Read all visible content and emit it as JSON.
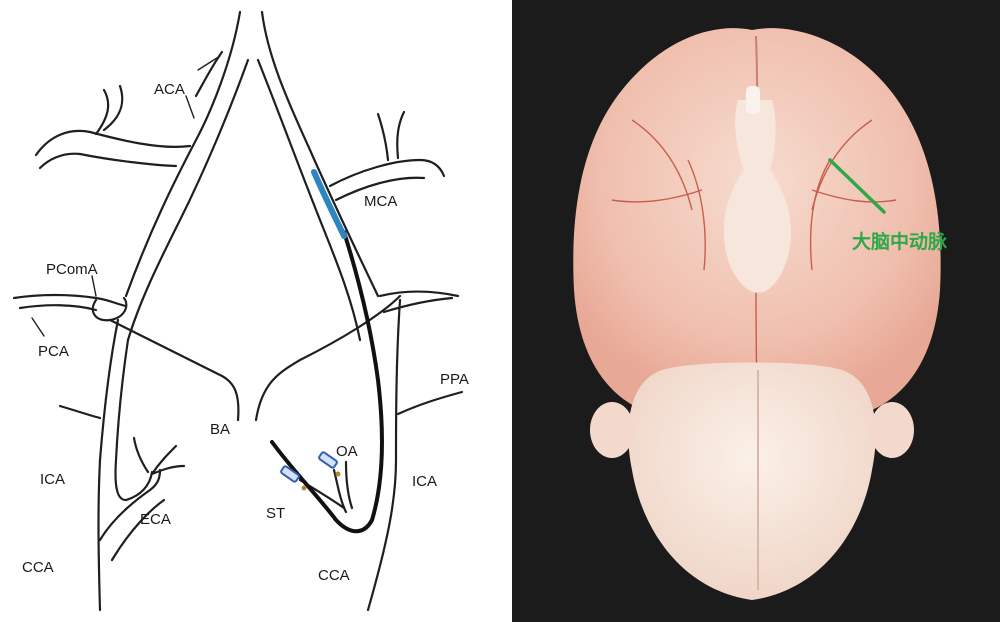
{
  "diagram": {
    "labels": {
      "aca": "ACA",
      "mca": "MCA",
      "pcoma": "PComA",
      "pca": "PCA",
      "ppa": "PPA",
      "ba": "BA",
      "oa": "OA",
      "ica_left": "ICA",
      "ica_right": "ICA",
      "st": "ST",
      "eca": "ECA",
      "cca_left": "CCA",
      "cca_right": "CCA"
    },
    "colors": {
      "filament_tip": "#2e86c1",
      "vessel": "#1f1f1f",
      "clip": "#2f5fb3"
    }
  },
  "photo": {
    "annotation": "大脑中动脉",
    "colors": {
      "annotation": "#2fa84a",
      "background": "#1b1b1b",
      "tissue": "#f3c9bd"
    }
  }
}
